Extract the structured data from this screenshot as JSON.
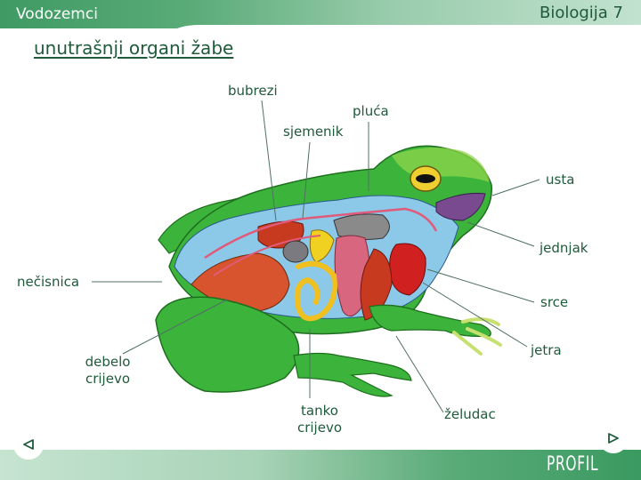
{
  "header": {
    "section": "Vodozemci",
    "course": "Biologija 7"
  },
  "title": "unutrašnji organi žabe",
  "diagram": {
    "subject": "frog internal organs illustration",
    "labels": {
      "bubrezi": "bubrezi",
      "pluca": "pluća",
      "sjemenik": "sjemenik",
      "usta": "usta",
      "jednjak": "jednjak",
      "srce": "srce",
      "jetra": "jetra",
      "zeludac": "želudac",
      "tanko_crijevo": "tanko crijevo",
      "debelo_crijevo": "debelo crijevo",
      "necisnica": "nečisnica"
    },
    "colors": {
      "skin": "#3cb43c",
      "skin_light": "#8fd64a",
      "cavity": "#8cc8e8",
      "vessels": "#e05a7a",
      "liver": "#d8667e",
      "lung": "#8a8a8a",
      "intestine": "#d8542e",
      "small_intestine": "#f0c020",
      "tongue": "#7a4a90",
      "leader_line": "#4f6f63"
    }
  },
  "footer": {
    "brand": "PROFIL",
    "prev_icon": "triangle-left-icon",
    "next_icon": "triangle-right-icon"
  },
  "colors": {
    "header_dark": "#3f9a63",
    "header_light": "#c2e2cf",
    "text_dark_green": "#1f5a3a"
  }
}
